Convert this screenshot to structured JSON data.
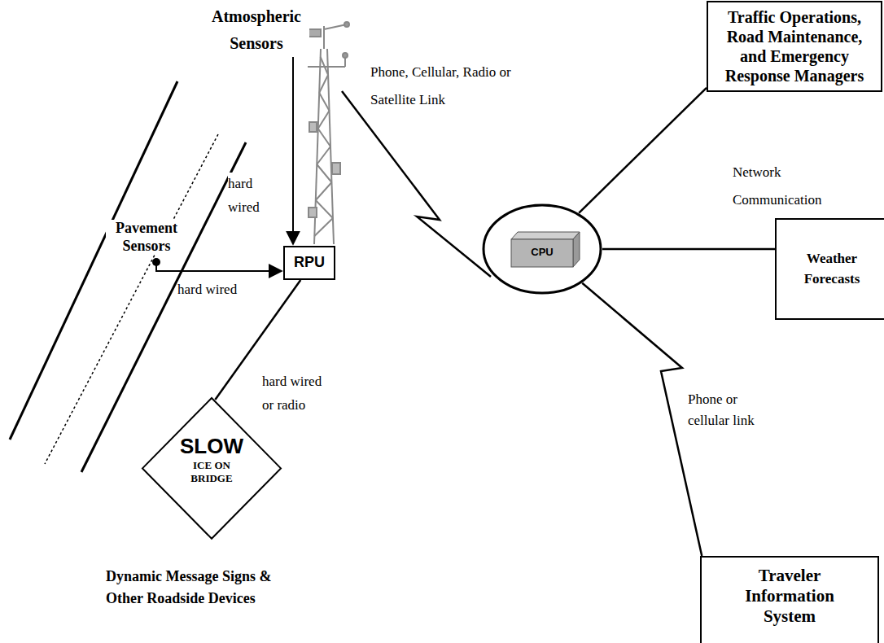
{
  "diagram": {
    "nodes": [
      {
        "text": [
          "RPU"
        ]
      },
      {
        "text": [
          "Traffic Operations, Road Maintenance, and Emergency Response Managers"
        ]
      },
      {
        "text": [
          "CPU"
        ]
      },
      {
        "text": [
          "Weather Forecasts"
        ]
      },
      {
        "text": [
          "SLOW",
          "ICE ON BRIDGE"
        ]
      },
      {
        "text": [
          "Traveler Information System"
        ]
      }
    ],
    "edges": [
      {
        "from": 0,
        "to": 4,
        "arrow": "none",
        "label": "hard wired or radio"
      },
      {
        "from": 2,
        "to": 1,
        "arrow": "none"
      },
      {
        "from": 2,
        "to": 3,
        "arrow": "none"
      },
      {
        "from": 2,
        "to": 5,
        "arrow": "none",
        "label": "Phone or cellular link"
      }
    ],
    "labels": [
      "Atmospheric Sensors",
      "hard wired",
      "Pavement Sensors",
      "hard wired",
      "Phone, Cellular, Radio or Satellite Link",
      "Network Communication",
      "Dynamic Message Signs & Other Roadside Devices"
    ]
  }
}
